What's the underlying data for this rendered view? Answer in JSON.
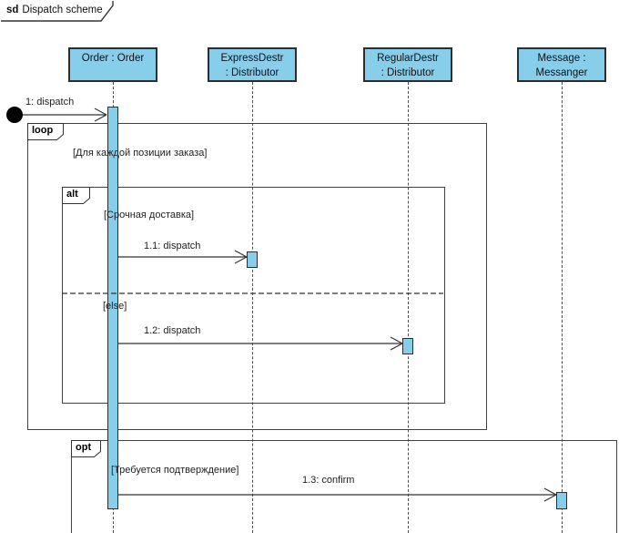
{
  "title": {
    "keyword": "sd",
    "name": "Dispatch scheme"
  },
  "lifelines": [
    {
      "id": "order",
      "line1": "Order : Order",
      "line2": ""
    },
    {
      "id": "express-destr",
      "line1": "ExpressDestr",
      "line2": ": Distributor"
    },
    {
      "id": "regular-destr",
      "line1": "RegularDestr",
      "line2": ": Distributor"
    },
    {
      "id": "message",
      "line1": "Message :",
      "line2": "Messanger"
    }
  ],
  "fragments": {
    "loop": {
      "operator": "loop",
      "guard": "[Для каждой позиции заказа]"
    },
    "alt": {
      "operator": "alt",
      "guard_then": "[Срочная доставка]",
      "guard_else": "[else]"
    },
    "opt": {
      "operator": "opt",
      "guard": "[Требуется подтверждение]"
    }
  },
  "messages": {
    "m1": {
      "label": "1: dispatch"
    },
    "m11": {
      "label": "1.1: dispatch"
    },
    "m12": {
      "label": "1.2: dispatch"
    },
    "m13": {
      "label": "1.3: confirm"
    }
  },
  "colors": {
    "element_fill": "#87CEEB",
    "border": "#333333",
    "frame_border": "#404040"
  }
}
